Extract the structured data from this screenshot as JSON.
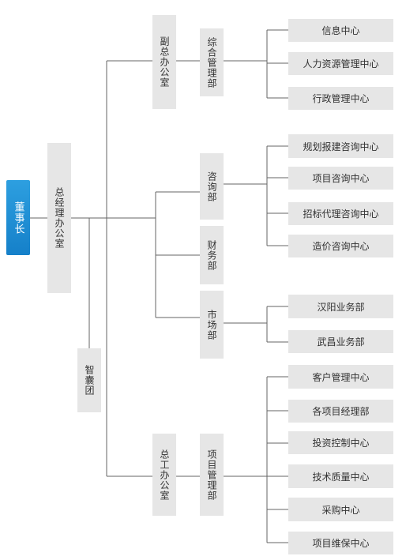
{
  "chairman": "董事长",
  "gm_office": "总经理办公室",
  "think_tank": "智囊团",
  "deputy_office": "副总办公室",
  "chief_eng_office": "总工办公室",
  "departments": {
    "general_mgmt": "综合管理部",
    "consulting": "咨询部",
    "finance": "财务部",
    "market": "市场部",
    "project_mgmt": "项目管理部"
  },
  "general_mgmt_units": [
    "信息中心",
    "人力资源管理中心",
    "行政管理中心"
  ],
  "consulting_units": [
    "规划报建咨询中心",
    "项目咨询中心",
    "招标代理咨询中心",
    "造价咨询中心"
  ],
  "market_units": [
    "汉阳业务部",
    "武昌业务部"
  ],
  "project_units": [
    "客户管理中心",
    "各项目经理部",
    "投资控制中心",
    "技术质量中心",
    "采购中心",
    "项目维保中心"
  ],
  "colors": {
    "chairman_bg": "#1a8ad4",
    "box_bg": "#e6e6e6",
    "line": "#666666"
  }
}
